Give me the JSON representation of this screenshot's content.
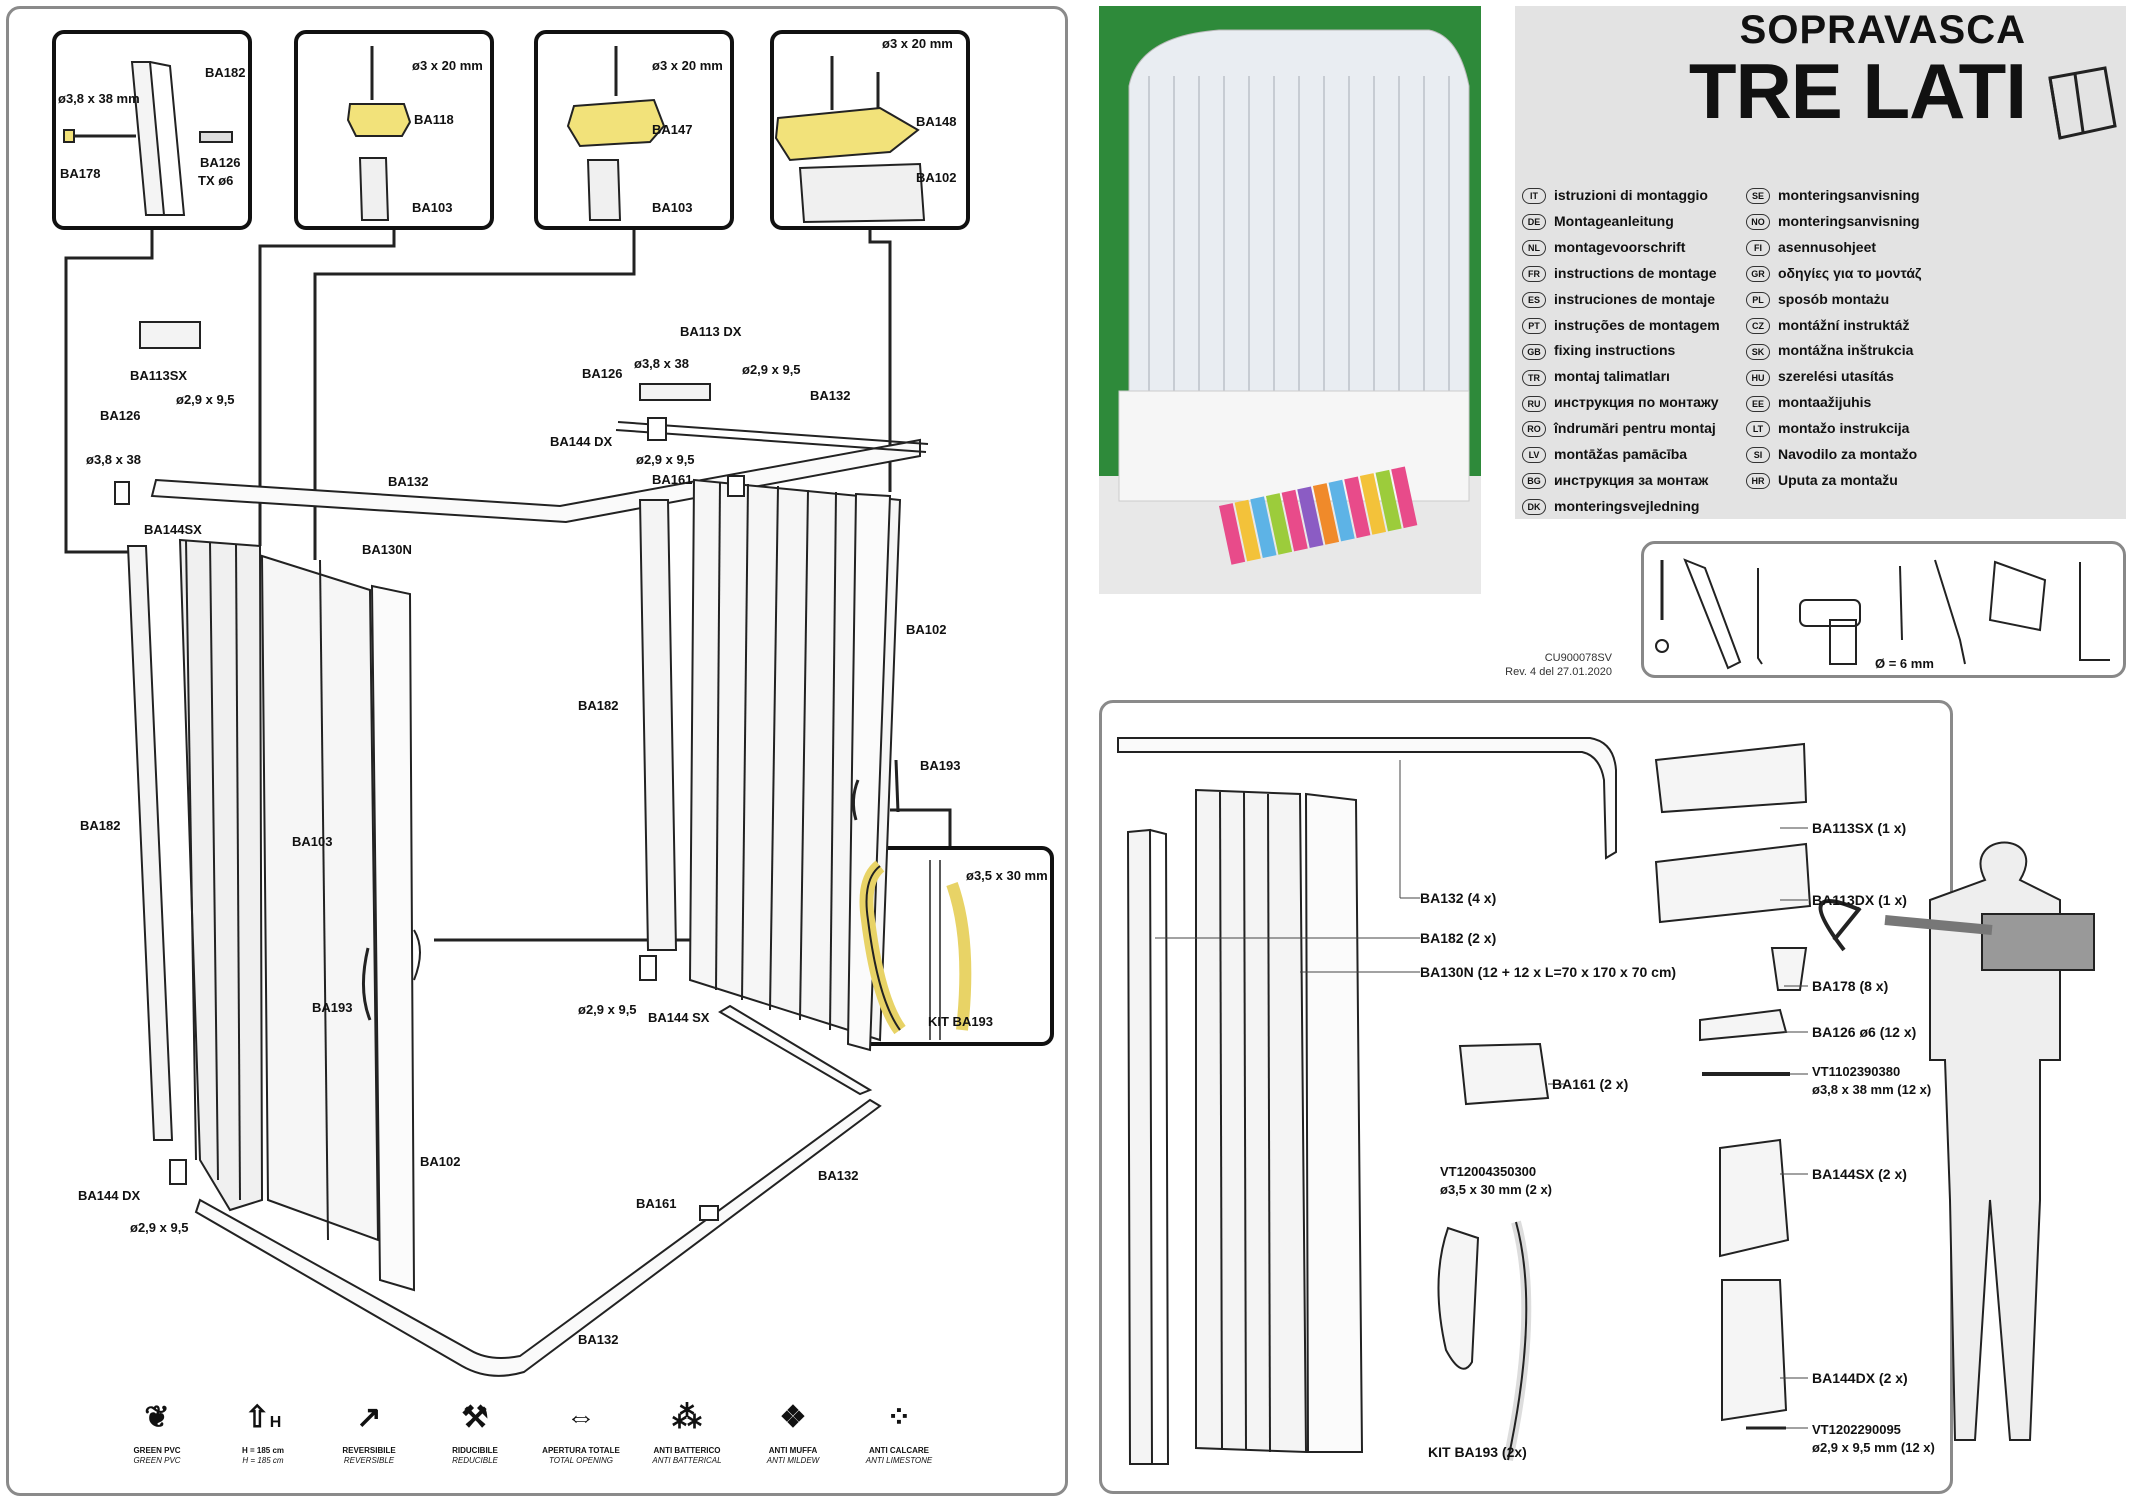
{
  "cover": {
    "title_top": "SOPRAVASCA",
    "title_main": "TRE LATI",
    "doc_code": "CU900078SV",
    "revision": "Rev. 4 del 27.01.2020"
  },
  "languages_left": [
    {
      "code": "IT",
      "text": "istruzioni di montaggio"
    },
    {
      "code": "DE",
      "text": "Montageanleitung"
    },
    {
      "code": "NL",
      "text": "montagevoorschrift"
    },
    {
      "code": "FR",
      "text": "instructions de montage"
    },
    {
      "code": "ES",
      "text": "instruciones de montaje"
    },
    {
      "code": "PT",
      "text": "instruções de montagem"
    },
    {
      "code": "GB",
      "text": "fixing instructions"
    },
    {
      "code": "TR",
      "text": "montaj talimatları"
    },
    {
      "code": "RU",
      "text": "инструкция по монтажу"
    },
    {
      "code": "RO",
      "text": "îndrumări pentru montaj"
    },
    {
      "code": "LV",
      "text": "montāžas pamācība"
    },
    {
      "code": "BG",
      "text": "инструкция за монтаж"
    },
    {
      "code": "DK",
      "text": "monteringsvejledning"
    }
  ],
  "languages_right": [
    {
      "code": "SE",
      "text": "monteringsanvisning"
    },
    {
      "code": "NO",
      "text": "monteringsanvisning"
    },
    {
      "code": "FI",
      "text": "asennusohjeet"
    },
    {
      "code": "GR",
      "text": "οδηγίες για το μοντάζ"
    },
    {
      "code": "PL",
      "text": "sposób montażu"
    },
    {
      "code": "CZ",
      "text": "montážní instruktáž"
    },
    {
      "code": "SK",
      "text": "montážna inštrukcia"
    },
    {
      "code": "HU",
      "text": "szerelési utasítás"
    },
    {
      "code": "EE",
      "text": "montaažijuhis"
    },
    {
      "code": "LT",
      "text": "montažo instrukcija"
    },
    {
      "code": "SI",
      "text": "Navodilo za montažo"
    },
    {
      "code": "HR",
      "text": "Uputa za montažu"
    }
  ],
  "tools": {
    "drill_bit": "Ø = 6 mm"
  },
  "callouts": {
    "c1": {
      "a": "BA182",
      "b": "ø3,8 x 38 mm",
      "c": "BA178",
      "d": "BA126",
      "e": "TX ø6"
    },
    "c2": {
      "a": "ø3 x 20 mm",
      "b": "BA118",
      "c": "BA103"
    },
    "c3": {
      "a": "ø3 x 20 mm",
      "b": "BA147",
      "c": "BA103"
    },
    "c4": {
      "a": "ø3 x 20 mm",
      "b": "BA148",
      "c": "BA102"
    },
    "c5": {
      "a": "ø3,5 x 30 mm",
      "b": "KIT BA193"
    }
  },
  "assembly_labels": {
    "ba113sx": "BA113SX",
    "ba126a": "BA126",
    "s295a": "ø2,9 x 9,5",
    "s38a": "ø3,8 x 38",
    "ba144sx_top": "BA144SX",
    "ba132a": "BA132",
    "ba130n": "BA130N",
    "ba182a": "BA182",
    "ba103": "BA103",
    "ba193a": "BA193",
    "ba144dx_bot": "BA144 DX",
    "s295b": "ø2,9 x 9,5",
    "ba102a": "BA102",
    "ba132b": "BA132",
    "ba113dx": "BA113 DX",
    "ba126b": "BA126",
    "s38b": "ø3,8 x 38",
    "s295c": "ø2,9 x 9,5",
    "ba132c": "BA132",
    "ba144dx_top": "BA144 DX",
    "s295d": "ø2,9 x 9,5",
    "ba161a": "BA161",
    "ba182b": "BA182",
    "ba102b": "BA102",
    "ba193b": "BA193",
    "s295e": "ø2,9 x 9,5",
    "ba144sx_bot": "BA144 SX",
    "ba161b": "BA161",
    "ba132d": "BA132"
  },
  "features": [
    {
      "label": "GREEN PVC",
      "sub": "GREEN PVC",
      "icon": "leaf-icon"
    },
    {
      "label": "H = 185 cm",
      "sub": "H = 185 cm",
      "icon": "height-arrow-icon"
    },
    {
      "label": "REVERSIBILE",
      "sub": "REVERSIBLE",
      "icon": "reverse-icon"
    },
    {
      "label": "RIDUCIBILE",
      "sub": "REDUCIBLE",
      "icon": "saw-icon"
    },
    {
      "label": "APERTURA TOTALE",
      "sub": "TOTAL OPENING",
      "icon": "opening-icon"
    },
    {
      "label": "ANTI BATTERICO",
      "sub": "ANTI BATTERICAL",
      "icon": "bacteria-icon"
    },
    {
      "label": "ANTI MUFFA",
      "sub": "ANTI MILDEW",
      "icon": "mildew-icon"
    },
    {
      "label": "ANTI CALCARE",
      "sub": "ANTI LIMESTONE",
      "icon": "limestone-icon"
    }
  ],
  "feature_h_letter": "H",
  "parts": [
    {
      "id": "p1",
      "text": "BA132 (4 x)"
    },
    {
      "id": "p2",
      "text": "BA182 (2 x)"
    },
    {
      "id": "p3",
      "text": "BA130N (12 + 12 x L=70 x 170 x 70 cm)"
    },
    {
      "id": "p4",
      "text": "BA113SX (1 x)"
    },
    {
      "id": "p5",
      "text": "BA113DX (1 x)"
    },
    {
      "id": "p6",
      "text": "BA178 (8 x)"
    },
    {
      "id": "p7",
      "text": "BA126 ø6 (12 x)"
    },
    {
      "id": "p8",
      "text": "VT1102390380"
    },
    {
      "id": "p9",
      "text": "ø3,8 x 38 mm (12 x)"
    },
    {
      "id": "p10",
      "text": "BA161 (2 x)"
    },
    {
      "id": "p11",
      "text": "VT12004350300"
    },
    {
      "id": "p12",
      "text": "ø3,5 x 30 mm (2 x)"
    },
    {
      "id": "p13",
      "text": "KIT BA193 (2x)"
    },
    {
      "id": "p14",
      "text": "BA144SX (2 x)"
    },
    {
      "id": "p15",
      "text": "BA144DX (2 x)"
    },
    {
      "id": "p16",
      "text": "VT1202290095"
    },
    {
      "id": "p17",
      "text": "ø2,9 x 9,5 mm (12 x)"
    }
  ],
  "colors": {
    "highlight_part": "#f2e27a",
    "frame": "#8a8a8a",
    "photo_wall": "#2e8a3a"
  }
}
